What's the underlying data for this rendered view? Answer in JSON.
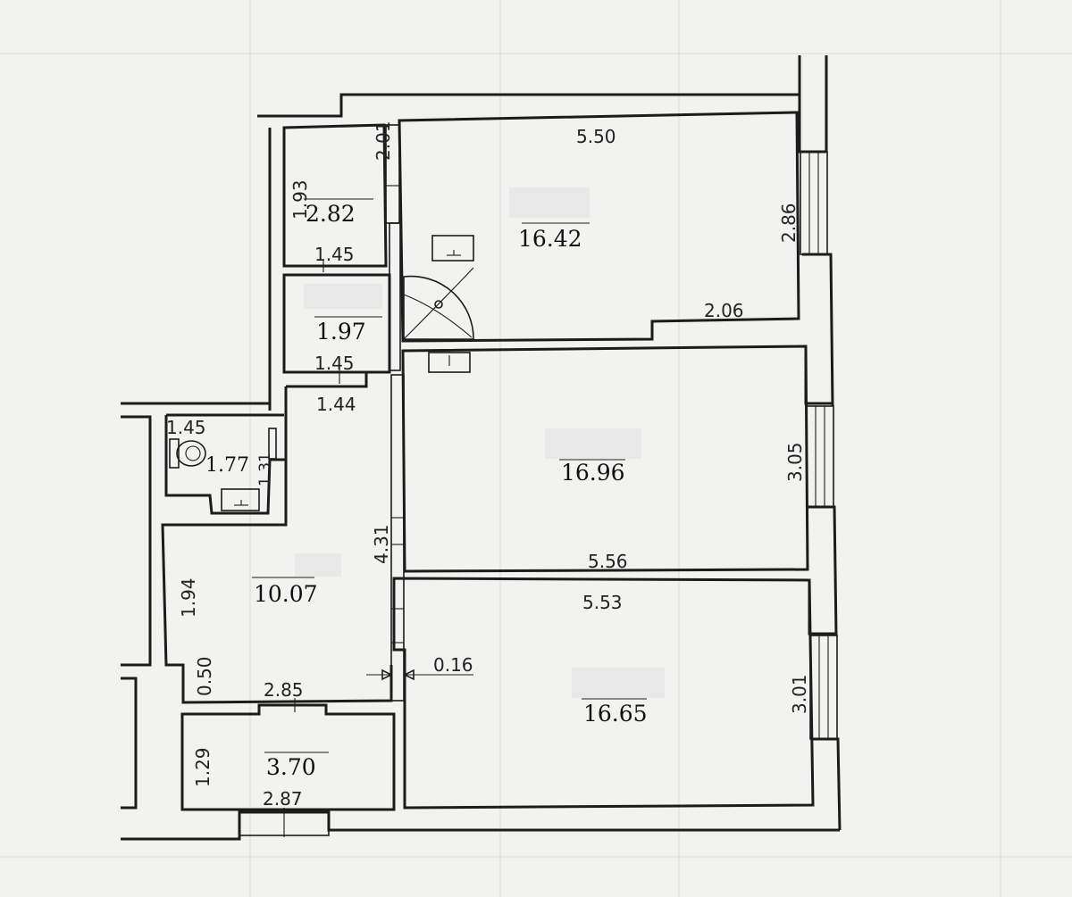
{
  "rooms": [
    {
      "id": "small-closet-top",
      "area": "2.82"
    },
    {
      "id": "closet-mid",
      "area": "1.97"
    },
    {
      "id": "bathroom",
      "area": "1.77"
    },
    {
      "id": "hallway",
      "area": "10.07"
    },
    {
      "id": "balcony",
      "area": "3.70"
    },
    {
      "id": "room-1",
      "area": "16.42"
    },
    {
      "id": "room-2",
      "area": "16.96"
    },
    {
      "id": "room-3",
      "area": "16.65"
    }
  ],
  "dimensions": {
    "d201": "2.01",
    "d193": "1.93",
    "d145a": "1.45",
    "d145b": "1.45",
    "d145c": "1.45",
    "d144": "1.44",
    "d131": "1.31",
    "d194": "1.94",
    "d050": "0.50",
    "d431": "4.31",
    "d285": "2.85",
    "d129": "1.29",
    "d287": "2.87",
    "d016": "0.16",
    "d550": "5.50",
    "d286": "2.86",
    "d206": "2.06",
    "d305": "3.05",
    "d556": "5.56",
    "d553": "5.53",
    "d301": "3.01"
  }
}
